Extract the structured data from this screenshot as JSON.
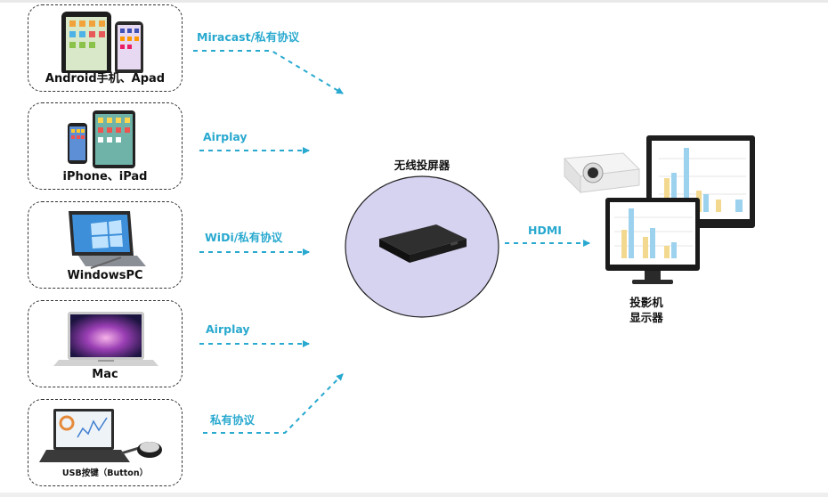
{
  "devices": [
    {
      "label": "Android手机、Apad",
      "icon": "android-tablets-icon"
    },
    {
      "label": "iPhone、iPad",
      "icon": "iphone-ipad-icon"
    },
    {
      "label": "WindowsPC",
      "icon": "windows-pc-icon"
    },
    {
      "label": "Mac",
      "icon": "mac-laptop-icon"
    },
    {
      "label": "USB按键（Button）",
      "icon": "usb-button-icon"
    }
  ],
  "connections": [
    {
      "label": "Miracast/私有协议"
    },
    {
      "label": "Airplay"
    },
    {
      "label": "WiDi/私有协议"
    },
    {
      "label": "Airplay"
    },
    {
      "label": "私有协议"
    }
  ],
  "hub": {
    "title": "无线投屏器",
    "icon": "wireless-screen-box-icon",
    "circle_color": "#d6d3f1"
  },
  "output": {
    "label": "HDMI"
  },
  "display": {
    "line1": "投影机",
    "line2": "显示器",
    "icon": "projector-monitor-icon"
  },
  "colors": {
    "accent": "#29a9cf",
    "border": "#333333"
  }
}
